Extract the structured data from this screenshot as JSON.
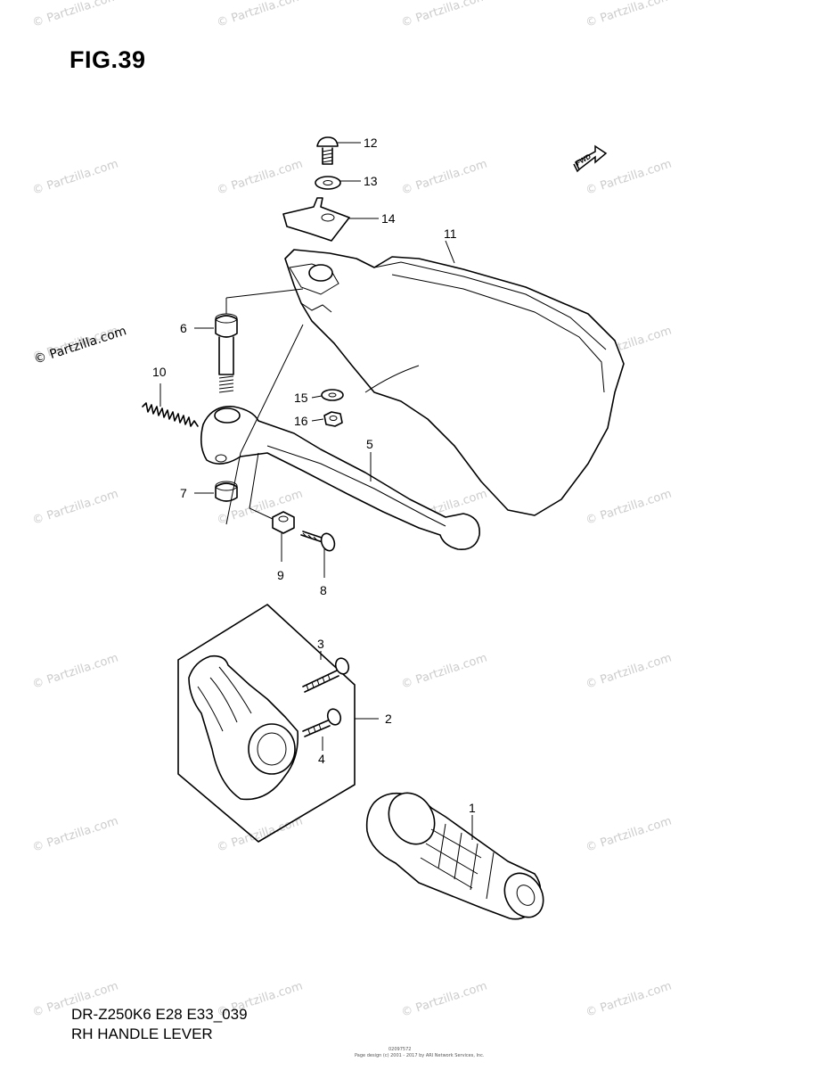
{
  "figure": {
    "title": "FIG.39",
    "model_code": "DR-Z250K6 E28 E33_039",
    "name": "RH HANDLE LEVER",
    "footer_id": "02097572",
    "footer_copyright": "Page design (c) 2001 - 2017 by ARI Network Services, Inc."
  },
  "watermark": "© Partzilla.com",
  "front_arrow_text": "FWD",
  "callouts": {
    "c1": "1",
    "c2": "2",
    "c3": "3",
    "c4": "4",
    "c5": "5",
    "c6": "6",
    "c7": "7",
    "c8": "8",
    "c9": "9",
    "c10": "10",
    "c11": "11",
    "c12": "12",
    "c13": "13",
    "c14": "14",
    "c15": "15",
    "c16": "16"
  }
}
